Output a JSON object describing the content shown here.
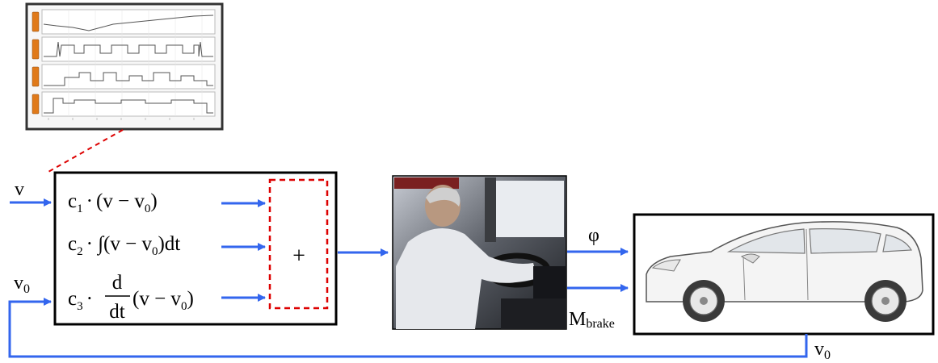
{
  "input_label": "v",
  "feedback_in_label": "v",
  "feedback_in_sub": "0",
  "terms": [
    {
      "coef": "c",
      "sub": "1",
      "op": "·",
      "expr_pre": "(v − v",
      "expr_sub": "0",
      "expr_post": ")"
    },
    {
      "coef": "c",
      "sub": "2",
      "op": "· ∫",
      "expr_pre": "(v − v",
      "expr_sub": "0",
      "expr_post": ")dt"
    },
    {
      "coef": "c",
      "sub": "3",
      "op": "·",
      "frac_num": "d",
      "frac_den": "dt",
      "expr_pre": "(v − v",
      "expr_sub": "0",
      "expr_post": ")"
    }
  ],
  "sum_symbol": "+",
  "phi_label": "φ",
  "brake_label": "M",
  "brake_sub": "brake",
  "feedback_out_label": "v",
  "feedback_out_sub": "0",
  "colors": {
    "arrow": "#3366ee",
    "sum_box": "#dd0000",
    "dashed_link": "#dd0000",
    "frame": "#000000"
  },
  "icons": [
    "signal-plot-thumbnail",
    "driver-photo",
    "car-illustration"
  ]
}
